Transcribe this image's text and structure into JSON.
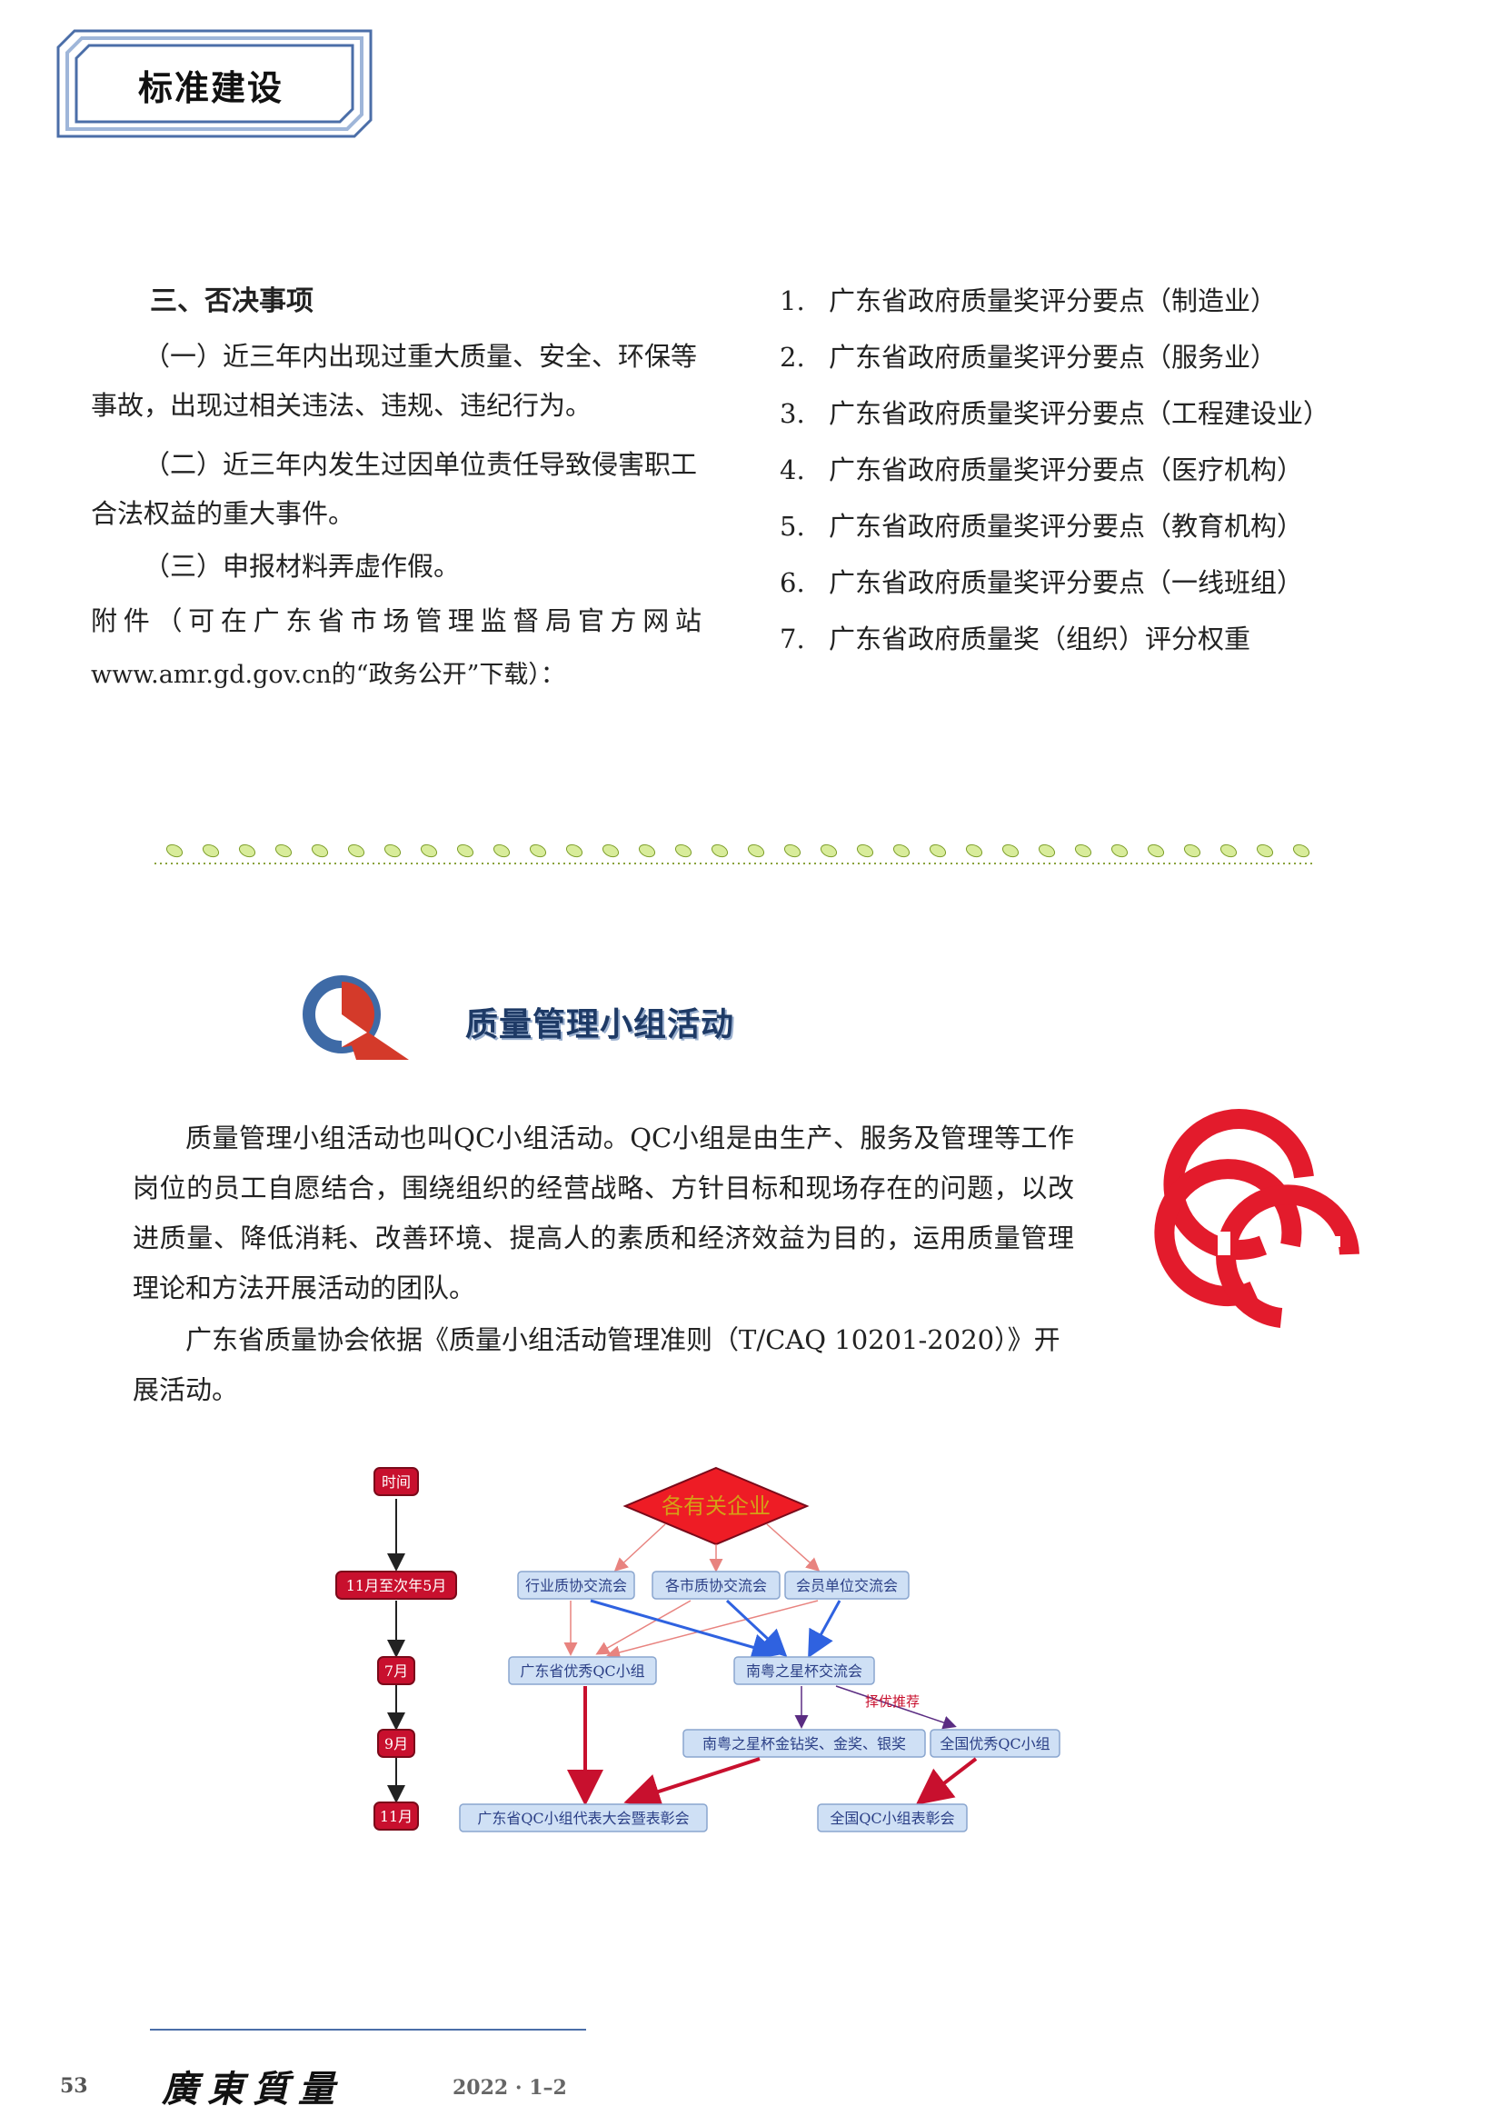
{
  "header": {
    "title": "标准建设"
  },
  "veto": {
    "heading": "三、否决事项",
    "items": [
      "（一）近三年内出现过重大质量、安全、环保等事故，出现过相关违法、违规、违纪行为。",
      "（二）近三年内发生过因单位责任导致侵害职工合法权益的重大事件。",
      "（三）申报材料弄虚作假。"
    ],
    "attachment_line1": "附件（可在广东省市场管理监督局官方网站",
    "attachment_line2": "www.amr.gd.gov.cn的“政务公开”下载）："
  },
  "attachments": [
    {
      "num": "1.",
      "text": "广东省政府质量奖评分要点（制造业）"
    },
    {
      "num": "2.",
      "text": "广东省政府质量奖评分要点（服务业）"
    },
    {
      "num": "3.",
      "text": "广东省政府质量奖评分要点（工程建设业）"
    },
    {
      "num": "4.",
      "text": "广东省政府质量奖评分要点（医疗机构）"
    },
    {
      "num": "5.",
      "text": "广东省政府质量奖评分要点（教育机构）"
    },
    {
      "num": "6.",
      "text": "广东省政府质量奖评分要点（一线班组）"
    },
    {
      "num": "7.",
      "text": "广东省政府质量奖（组织）评分权重"
    }
  ],
  "qc": {
    "title": "质量管理小组活动",
    "para1": "质量管理小组活动也叫QC小组活动。QC小组是由生产、服务及管理等工作岗位的员工自愿结合，围绕组织的经营战略、方针目标和现场存在的问题，以改进质量、降低消耗、改善环境、提高人的素质和经济效益为目的，运用质量管理理论和方法开展活动的团队。",
    "para2": "广东省质量协会依据《质量小组活动管理准则（T/CAQ 10201-2020）》开展活动。"
  },
  "flowchart": {
    "timeline": [
      "时间",
      "11月至次年5月",
      "7月",
      "9月",
      "11月"
    ],
    "top": "各有关企业",
    "row1": [
      "行业质协交流会",
      "各市质协交流会",
      "会员单位交流会"
    ],
    "row2": [
      "广东省优秀QC小组",
      "南粤之星杯交流会"
    ],
    "note": "择优推荐",
    "row3": [
      "南粤之星杯金钻奖、金奖、银奖",
      "全国优秀QC小组"
    ],
    "row4": [
      "广东省QC小组代表大会暨表彰会",
      "全国QC小组表彰会"
    ]
  },
  "footer": {
    "page": "53",
    "magazine": "廣東質量",
    "issue": "2022 · 1–2"
  },
  "colors": {
    "accent_blue": "#4b6ea8",
    "title_navy": "#1e3a66",
    "logo_red": "#e31b2c",
    "flow_red": "#c8102e",
    "flow_box": "#cfe0f5",
    "flow_arrow_blue": "#2f62e0"
  }
}
